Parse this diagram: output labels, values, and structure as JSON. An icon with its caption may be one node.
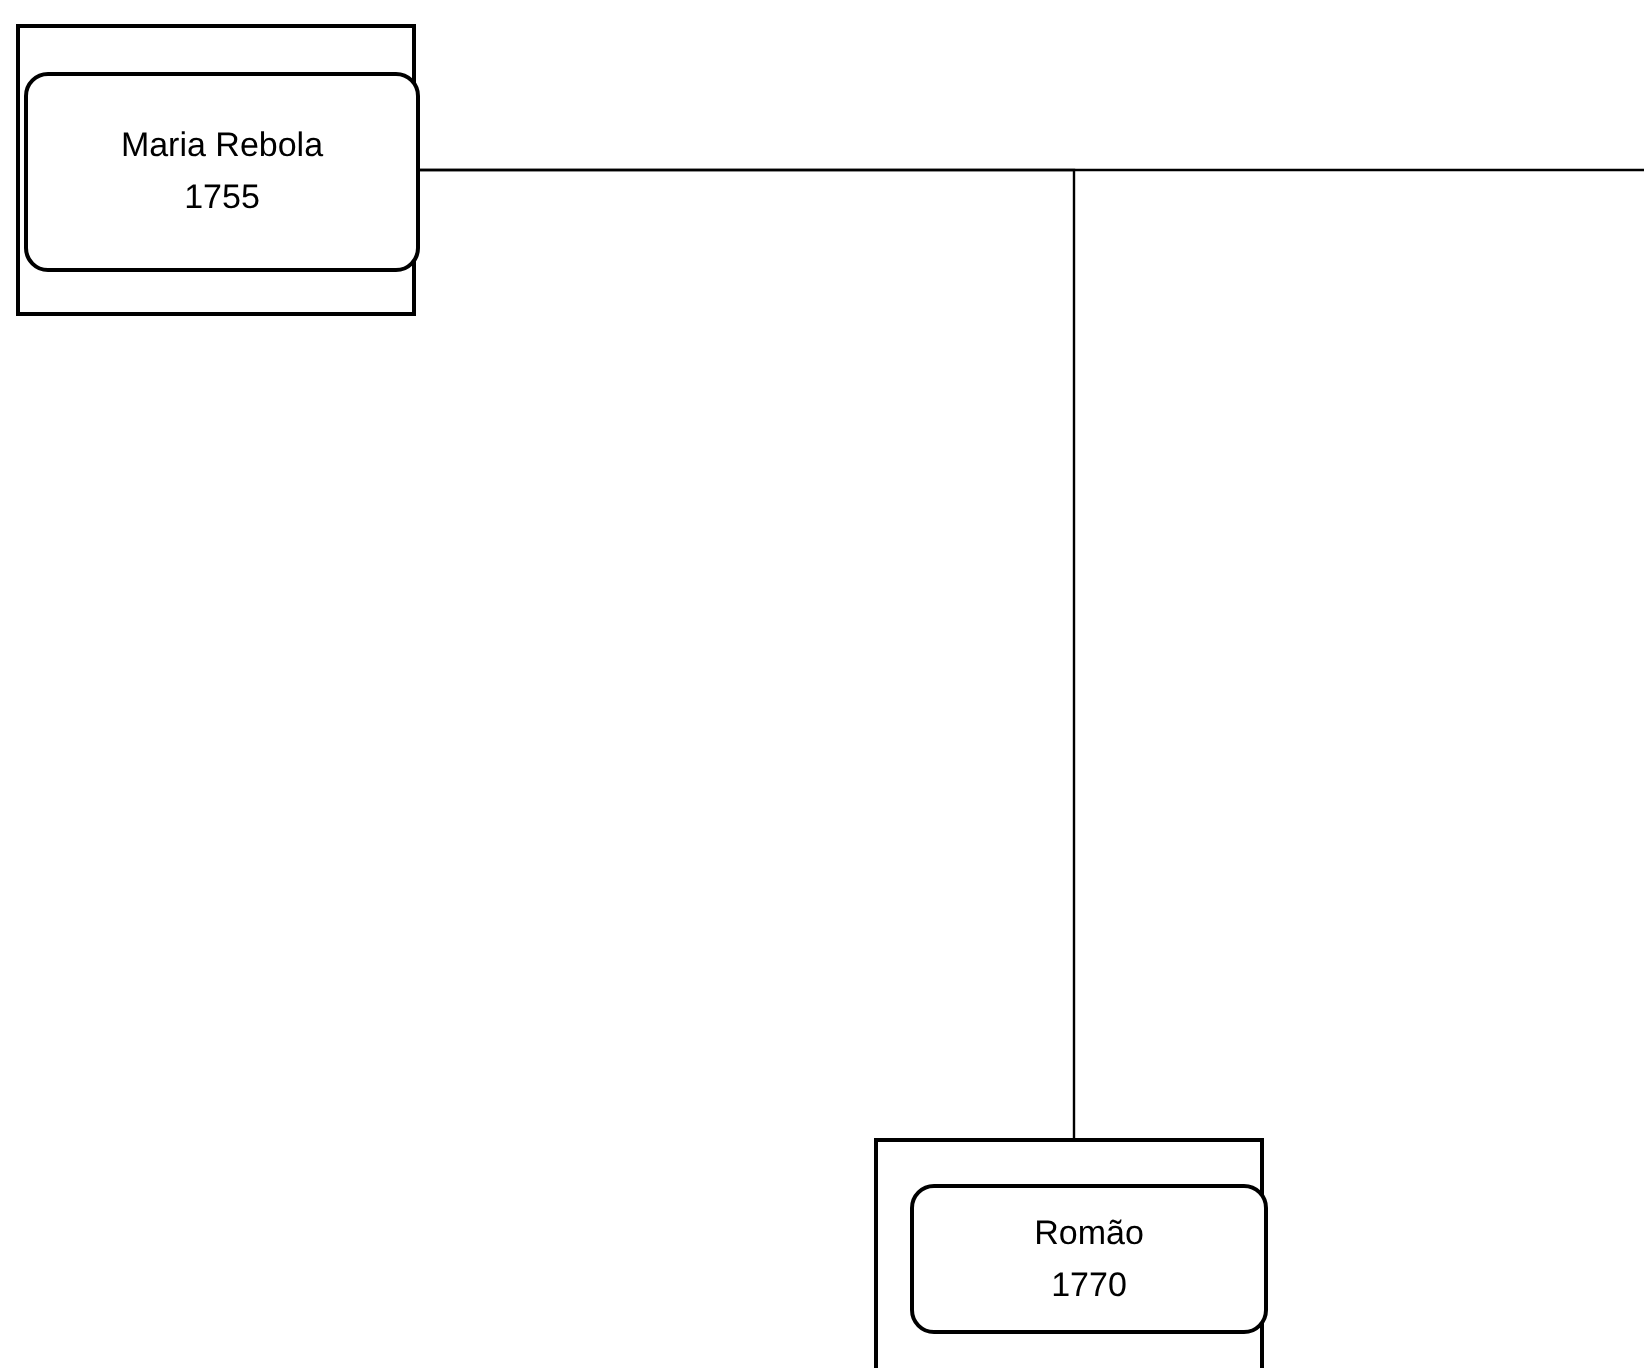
{
  "diagram": {
    "nodes": [
      {
        "text": [
          "Maria Rebola 1755"
        ]
      },
      {
        "text": [
          "Romão 1770"
        ]
      }
    ],
    "edges": [
      {
        "from": 0,
        "to": 1,
        "arrow": "none"
      },
      {
        "from": 0,
        "to": null,
        "arrow": "none"
      }
    ]
  }
}
